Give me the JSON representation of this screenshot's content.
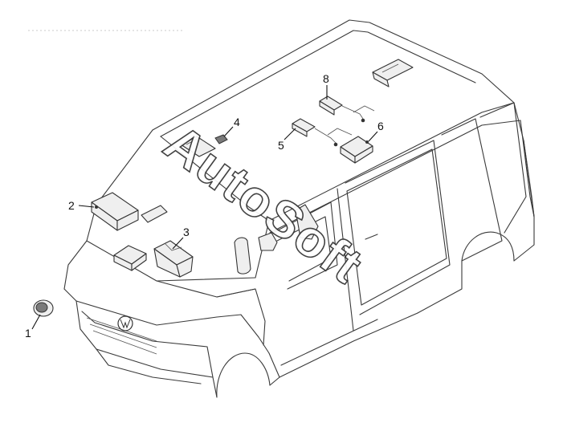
{
  "watermark": "AutoSoft",
  "callouts": {
    "c1": "1",
    "c2": "2",
    "c3": "3",
    "c4": "4",
    "c5": "5",
    "c6": "6",
    "c8": "8"
  },
  "colors": {
    "line": "#3a3a3a",
    "part_fill": "#efefef",
    "background": "#ffffff"
  }
}
